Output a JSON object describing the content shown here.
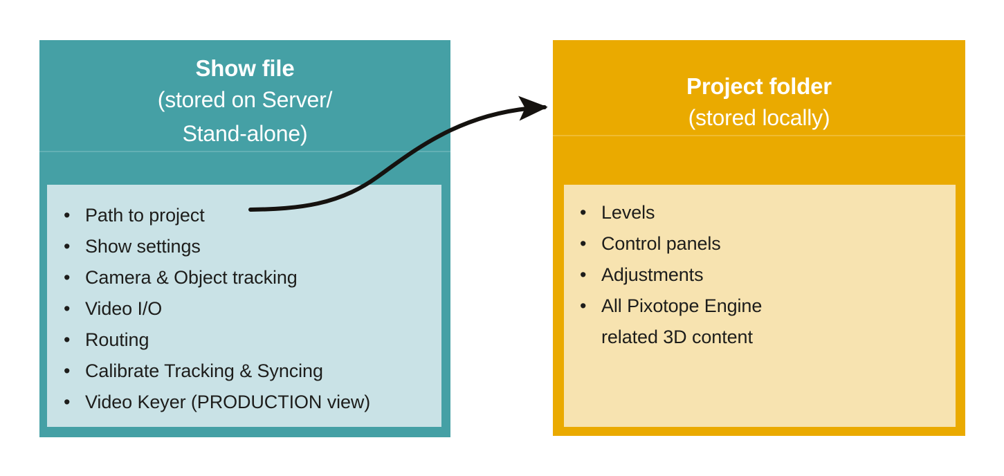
{
  "diagram": {
    "background_color": "#ffffff",
    "arrow": {
      "name": "path-to-project-arrow",
      "color": "#15120f",
      "from": "Path to project",
      "to": "Project folder"
    }
  },
  "show_file_card": {
    "title": "Show file",
    "subtitle_line1": "(stored on Server/",
    "subtitle_line2": "Stand-alone)",
    "header_color": "#45A0A5",
    "panel_color": "#C9E2E6",
    "bullet_glyph": "•",
    "items": [
      {
        "text": "Path to project"
      },
      {
        "text": "Show settings"
      },
      {
        "text": "Camera & Object tracking"
      },
      {
        "text": "Video I/O"
      },
      {
        "text": "Routing"
      },
      {
        "text": "Calibrate Tracking & Syncing"
      },
      {
        "text": "Video Keyer (PRODUCTION view)"
      }
    ]
  },
  "project_folder_card": {
    "title": "Project folder",
    "subtitle_line1": "(stored locally)",
    "header_color": "#EAAA00",
    "panel_color": "#F7E3B0",
    "bullet_glyph": "•",
    "items": [
      {
        "text": "Levels"
      },
      {
        "text": "Control panels"
      },
      {
        "text": "Adjustments"
      },
      {
        "text": "All Pixotope Engine",
        "continuation": "related 3D content"
      }
    ]
  }
}
